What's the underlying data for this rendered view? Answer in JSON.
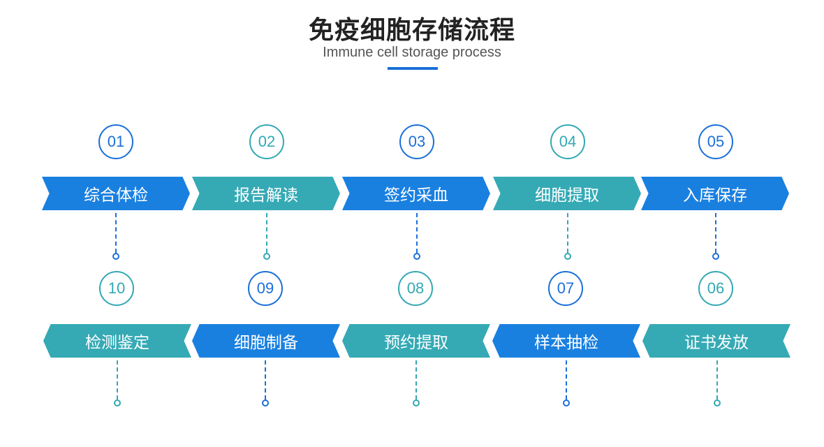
{
  "header": {
    "title": "免疫细胞存储流程",
    "subtitle": "Immune cell storage process"
  },
  "colors": {
    "blue": "#1a80e0",
    "teal": "#35aab5",
    "accent_bar": "#1a6fd8"
  },
  "steps_row1": [
    {
      "num": "01",
      "label": "综合体检",
      "color": "blue"
    },
    {
      "num": "02",
      "label": "报告解读",
      "color": "teal"
    },
    {
      "num": "03",
      "label": "签约采血",
      "color": "blue"
    },
    {
      "num": "04",
      "label": "细胞提取",
      "color": "teal"
    },
    {
      "num": "05",
      "label": "入库保存",
      "color": "blue"
    }
  ],
  "steps_row2": [
    {
      "num": "10",
      "label": "检测鉴定",
      "color": "teal"
    },
    {
      "num": "09",
      "label": "细胞制备",
      "color": "blue"
    },
    {
      "num": "08",
      "label": "预约提取",
      "color": "teal"
    },
    {
      "num": "07",
      "label": "样本抽检",
      "color": "blue"
    },
    {
      "num": "06",
      "label": "证书发放",
      "color": "teal"
    }
  ]
}
